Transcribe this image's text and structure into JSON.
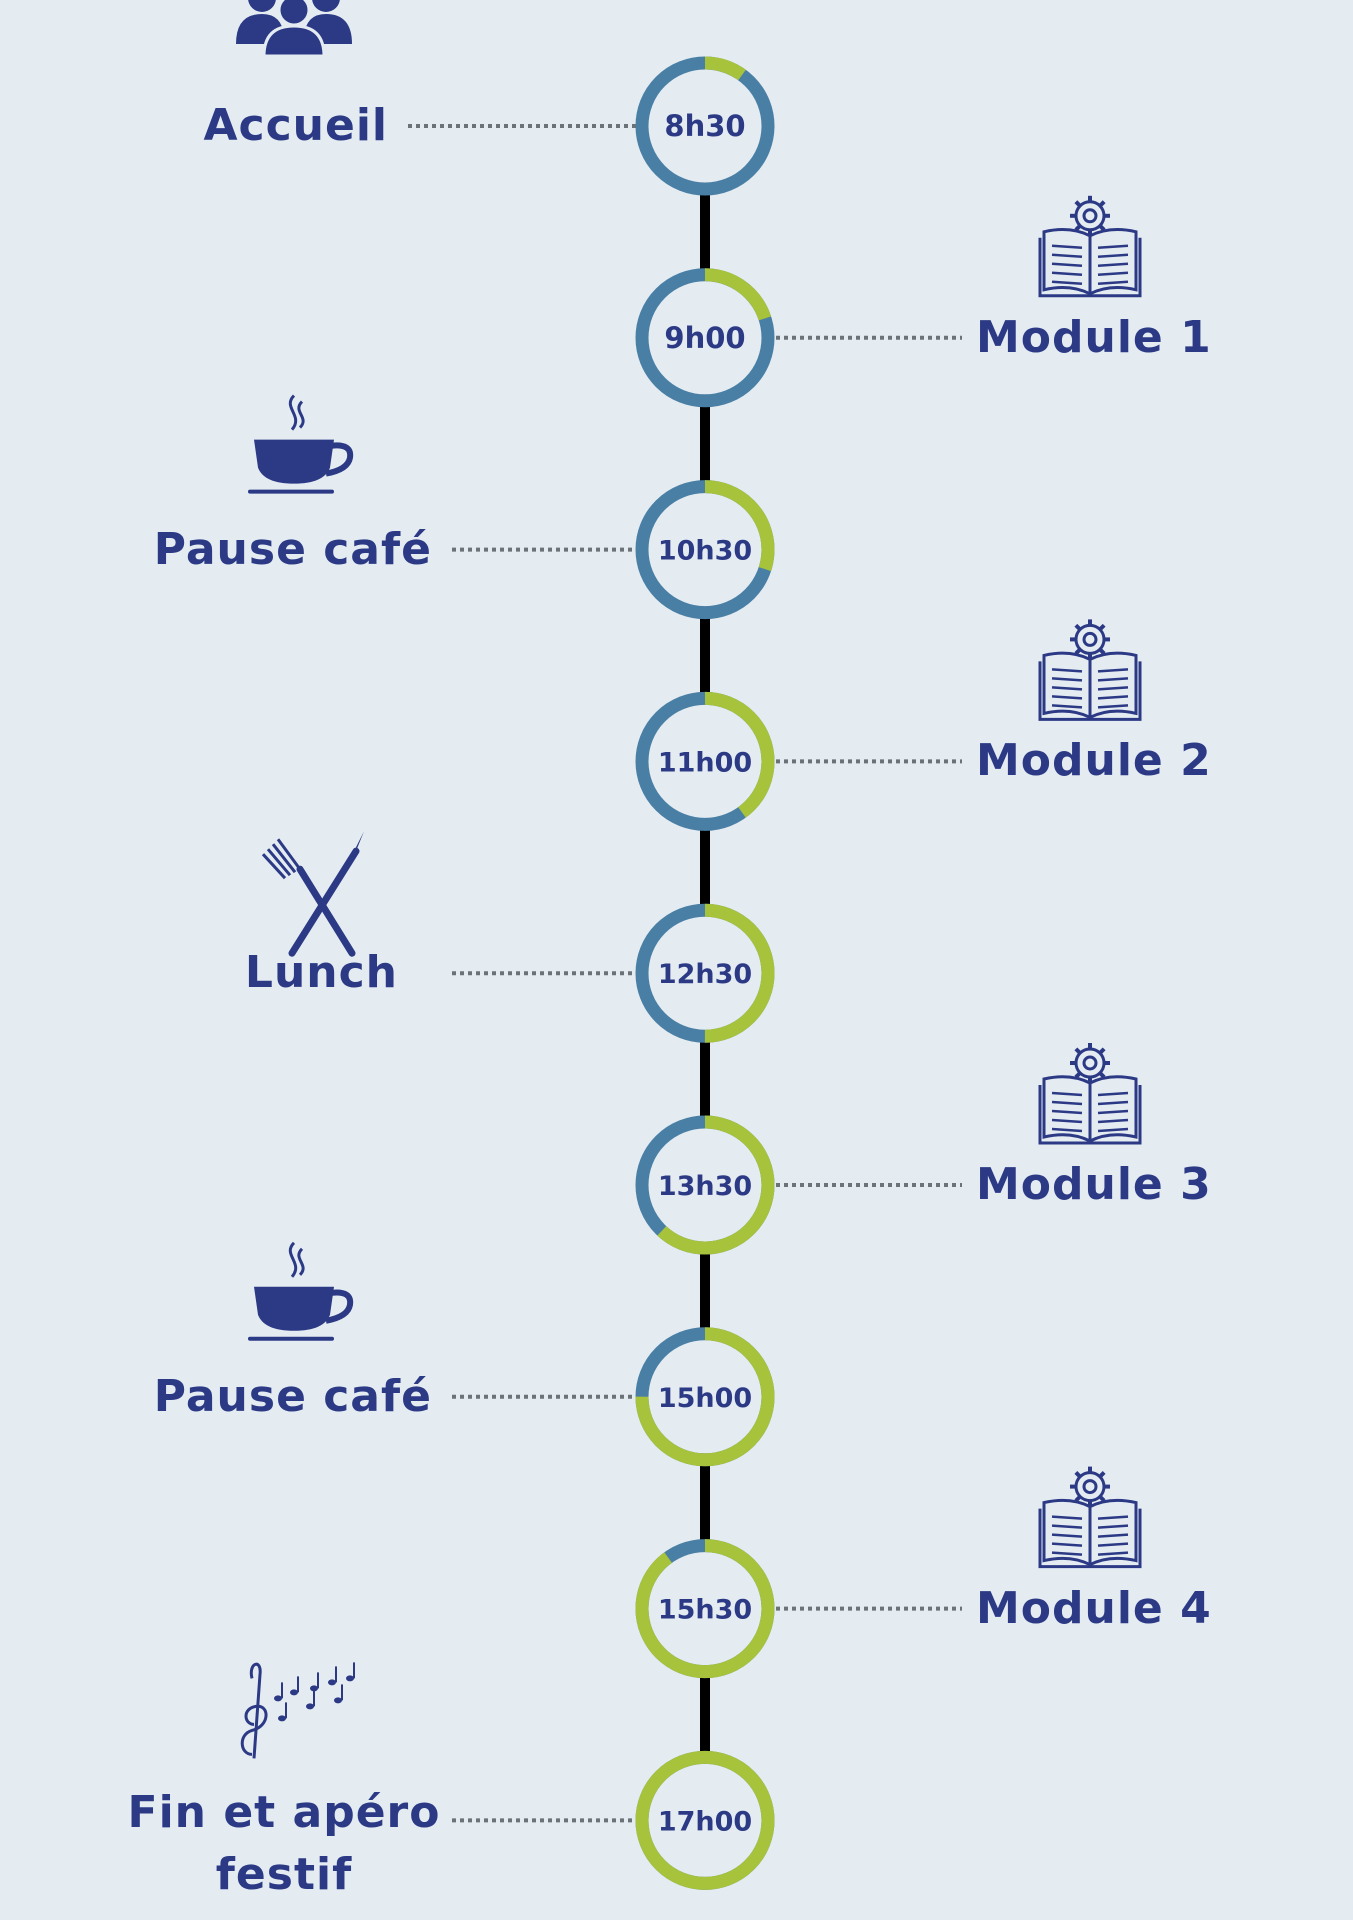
{
  "colors": {
    "background": "#e4ecf2",
    "navy": "#2c3a86",
    "ring_blue": "#4a7fa5",
    "ring_green": "#a7c23b",
    "connector": "#6b7278",
    "spine": "#000000"
  },
  "timeline": [
    {
      "time": "8h30",
      "label": "Accueil",
      "side": "left",
      "icon": "people-group-icon",
      "progress": 0.1
    },
    {
      "time": "9h00",
      "label": "Module 1",
      "side": "right",
      "icon": "book-gear-icon",
      "progress": 0.2
    },
    {
      "time": "10h30",
      "label": "Pause café",
      "side": "left",
      "icon": "coffee-cup-icon",
      "progress": 0.3
    },
    {
      "time": "11h00",
      "label": "Module 2",
      "side": "right",
      "icon": "book-gear-icon",
      "progress": 0.4
    },
    {
      "time": "12h30",
      "label": "Lunch",
      "side": "left",
      "icon": "fork-knife-icon",
      "progress": 0.5
    },
    {
      "time": "13h30",
      "label": "Module 3",
      "side": "right",
      "icon": "book-gear-icon",
      "progress": 0.62
    },
    {
      "time": "15h00",
      "label": "Pause café",
      "side": "left",
      "icon": "coffee-cup-icon",
      "progress": 0.75
    },
    {
      "time": "15h30",
      "label": "Module 4",
      "side": "right",
      "icon": "book-gear-icon",
      "progress": 0.9
    },
    {
      "time": "17h00",
      "label": "Fin et apéro festif",
      "side": "left",
      "icon": "music-notes-icon",
      "progress": 1.0
    }
  ]
}
